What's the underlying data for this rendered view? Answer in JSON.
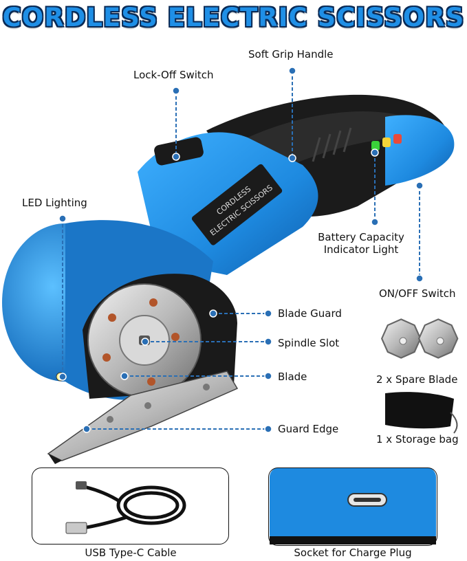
{
  "title": "CORDLESS ELECTRIC SCISSORS",
  "product_label_line1": "CORDLESS",
  "product_label_line2": "ELECTRIC SCISSORS",
  "callouts": {
    "soft_grip_handle": "Soft Grip Handle",
    "lock_off_switch": "Lock-Off Switch",
    "led_lighting": "LED Lighting",
    "battery_line1": "Battery Capacity",
    "battery_line2": "Indicator Light",
    "on_off_switch": "ON/OFF Switch",
    "blade_guard": "Blade Guard",
    "spindle_slot": "Spindle Slot",
    "blade": "Blade",
    "guard_edge": "Guard Edge"
  },
  "accessories": {
    "spare_blade": "2 x Spare Blade",
    "storage_bag": "1 x Storage bag"
  },
  "panels": {
    "usb_cable": "USB Type-C Cable",
    "socket": "Socket for Charge Plug"
  },
  "colors": {
    "body_blue": "#1f8fe6",
    "title_outline": "#0a2a55",
    "callout_line": "#2a6fb5"
  }
}
